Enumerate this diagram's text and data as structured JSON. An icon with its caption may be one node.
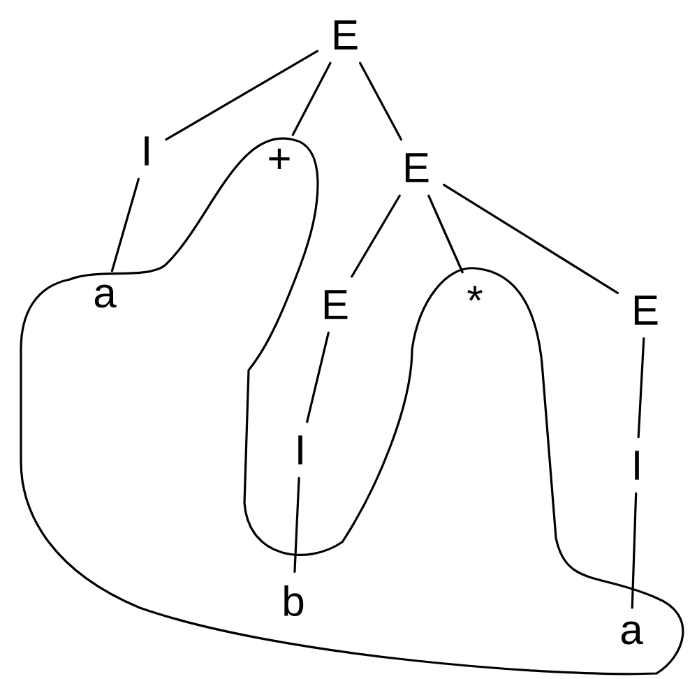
{
  "diagram": {
    "nodes": [
      {
        "text": [
          "E"
        ]
      },
      {
        "text": [
          "I"
        ]
      },
      {
        "text": [
          "+"
        ]
      },
      {
        "text": [
          "E"
        ]
      },
      {
        "text": [
          "a"
        ]
      },
      {
        "text": [
          "E"
        ]
      },
      {
        "text": [
          "*"
        ]
      },
      {
        "text": [
          "E"
        ]
      },
      {
        "text": [
          "I"
        ]
      },
      {
        "text": [
          "I"
        ]
      },
      {
        "text": [
          "b"
        ]
      },
      {
        "text": [
          "a"
        ]
      }
    ],
    "edges": [
      {
        "from": 0,
        "to": 1,
        "arrow": "none"
      },
      {
        "from": 0,
        "to": 2,
        "arrow": "none"
      },
      {
        "from": 0,
        "to": 3,
        "arrow": "none"
      },
      {
        "from": 1,
        "to": 4,
        "arrow": "none"
      },
      {
        "from": 3,
        "to": 5,
        "arrow": "none"
      },
      {
        "from": 3,
        "to": 6,
        "arrow": "none"
      },
      {
        "from": 3,
        "to": 7,
        "arrow": "none"
      },
      {
        "from": 5,
        "to": 8,
        "arrow": "none"
      },
      {
        "from": 8,
        "to": 10,
        "arrow": "none"
      },
      {
        "from": 7,
        "to": 9,
        "arrow": "none"
      },
      {
        "from": 9,
        "to": 11,
        "arrow": "none"
      }
    ]
  }
}
